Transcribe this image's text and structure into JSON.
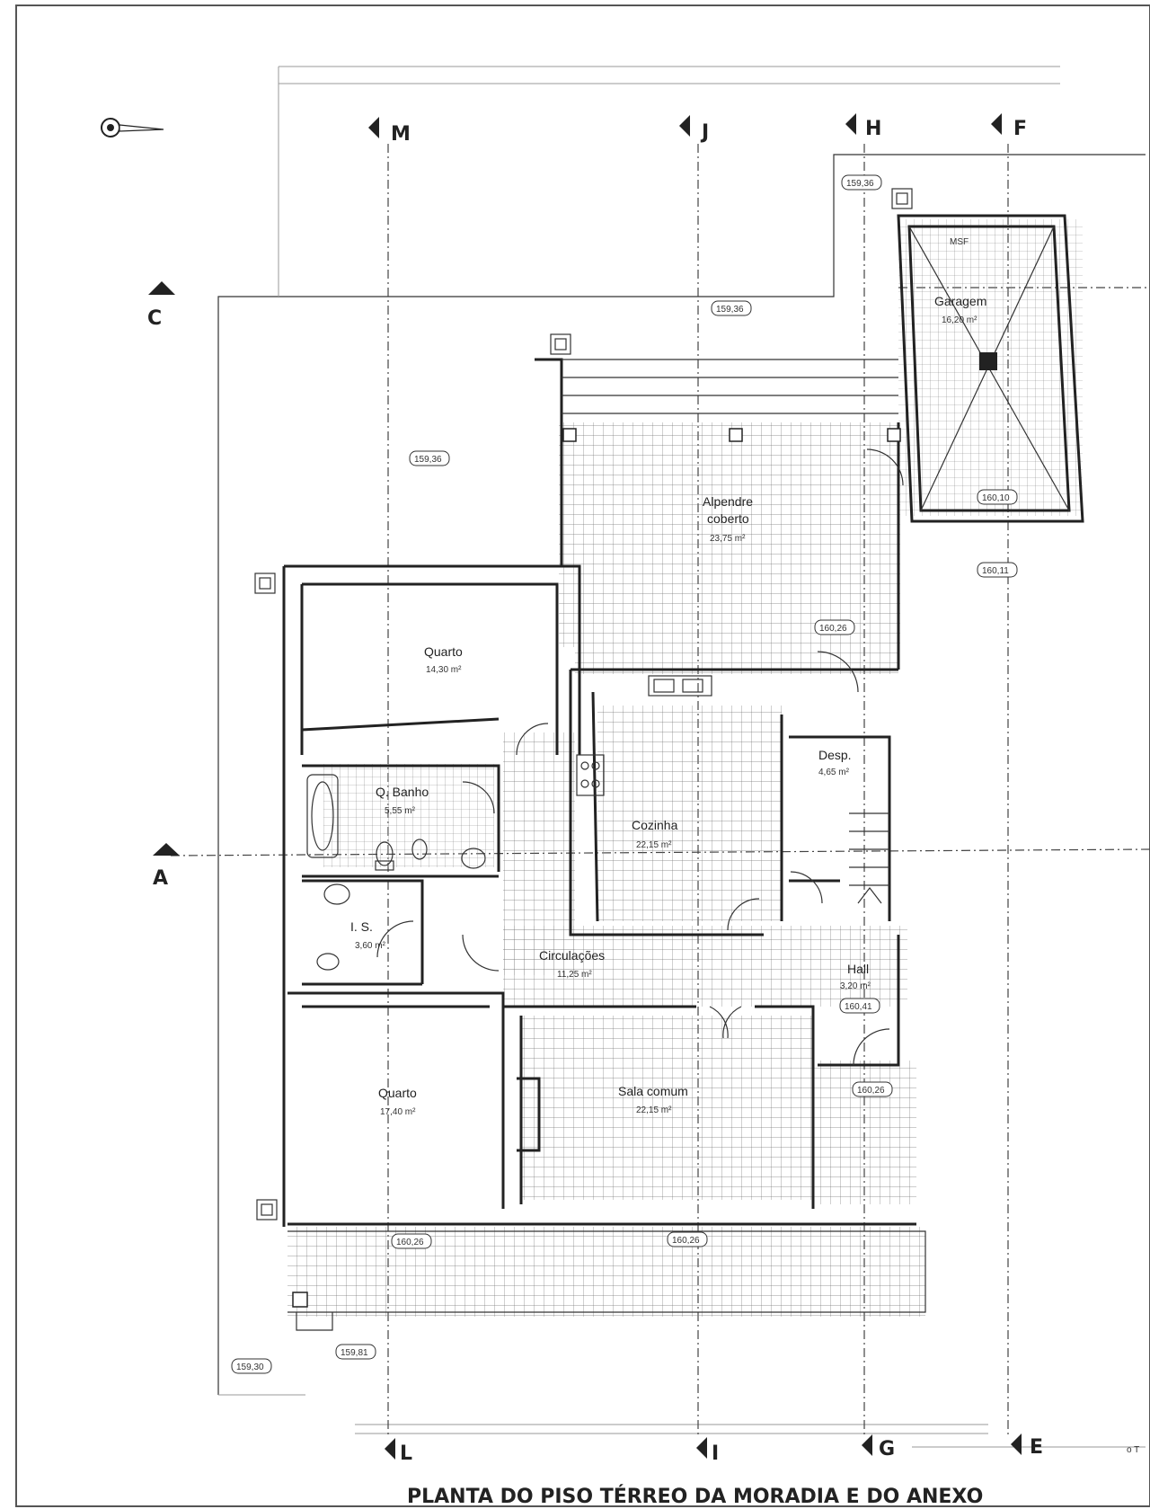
{
  "title": "PLANTA DO PISO TÉRREO DA MORADIA  E DO ANEXO",
  "corner_note": "o T",
  "axes_top": [
    "M",
    "J",
    "H",
    "F"
  ],
  "axes_bottom": [
    "L",
    "I",
    "G",
    "E"
  ],
  "sections": [
    "C",
    "A"
  ],
  "rooms": [
    {
      "name": "Quarto",
      "area": "14,30 m²"
    },
    {
      "name": "Q. Banho",
      "area": "5,55 m²"
    },
    {
      "name": "I. S.",
      "area": "3,60 m²"
    },
    {
      "name": "Quarto",
      "area": "17,40 m²"
    },
    {
      "name": "Cozinha",
      "area": "22,15 m²"
    },
    {
      "name": "Desp.",
      "area": "4,65 m²"
    },
    {
      "name": "Circulações",
      "area": "11,25 m²"
    },
    {
      "name": "Hall",
      "area": "3,20 m²"
    },
    {
      "name": "Sala comum",
      "area": "22,15 m²"
    },
    {
      "name": "Alpendre",
      "name2": "coberto",
      "area": "23,75 m²"
    },
    {
      "name": "Garagem",
      "area": "16,20 m²"
    }
  ],
  "levels": [
    "159,36",
    "159,36",
    "159,36",
    "160,26",
    "160,10",
    "160,11",
    "160,41",
    "160,26",
    "160,26",
    "160,26",
    "159,30",
    "159,81"
  ],
  "labels": {
    "msf": "MSF"
  }
}
